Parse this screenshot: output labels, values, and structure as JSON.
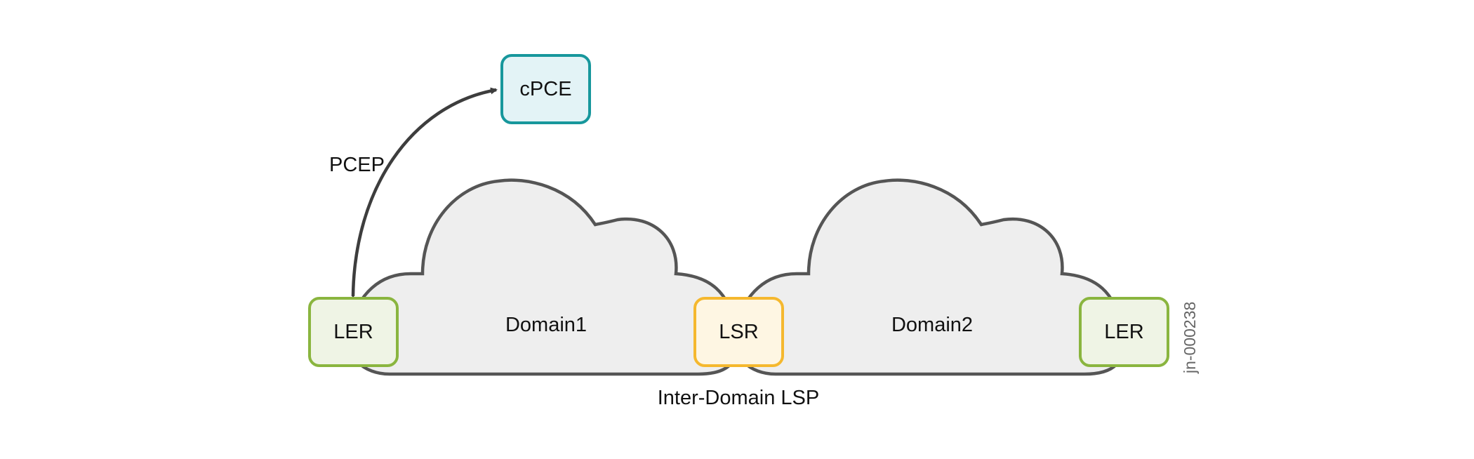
{
  "nodes": {
    "cpce": {
      "label": "cPCE",
      "fill": "#e3f3f6",
      "stroke": "#17979c"
    },
    "ler_left": {
      "label": "LER",
      "fill": "#eff4e5",
      "stroke": "#8ab53f"
    },
    "lsr": {
      "label": "LSR",
      "fill": "#fef6e3",
      "stroke": "#f5b82e"
    },
    "ler_right": {
      "label": "LER",
      "fill": "#eff4e5",
      "stroke": "#8ab53f"
    }
  },
  "clouds": {
    "domain1": {
      "label": "Domain1"
    },
    "domain2": {
      "label": "Domain2"
    },
    "fill": "#eeeeee",
    "stroke": "#555555"
  },
  "connection": {
    "label": "PCEP",
    "color": "#3d3d3d"
  },
  "caption": "Inter-Domain LSP",
  "figure_id": "jn-000238"
}
